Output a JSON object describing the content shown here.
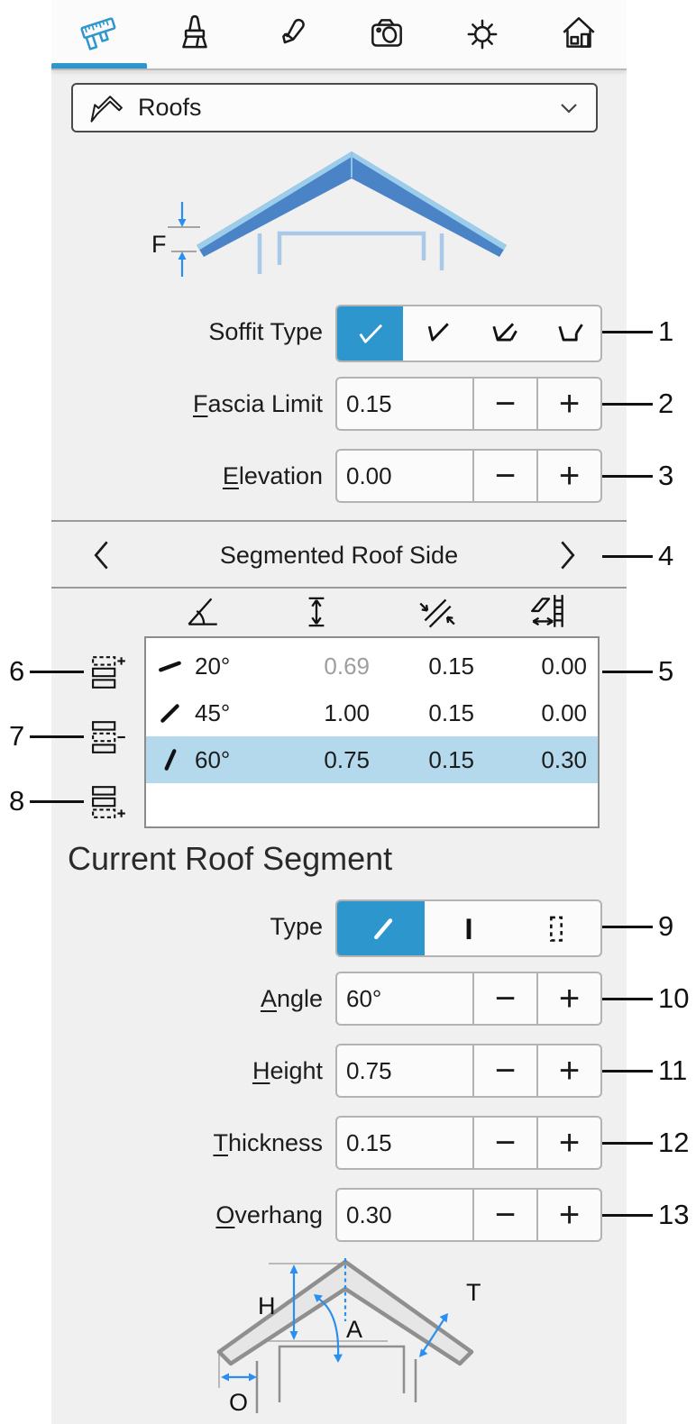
{
  "colors": {
    "accent": "#2d96cd",
    "row_selected": "#b5d9ec",
    "dimension_blue": "#2b8ff0",
    "roof_blue": "#4a84c6"
  },
  "toolbar": {
    "tabs": [
      {
        "icon": "caliper-icon",
        "selected": true
      },
      {
        "icon": "brush-icon",
        "selected": false
      },
      {
        "icon": "pencil-icon",
        "selected": false
      },
      {
        "icon": "camera-icon",
        "selected": false
      },
      {
        "icon": "sun-icon",
        "selected": false
      },
      {
        "icon": "home-icon",
        "selected": false
      }
    ]
  },
  "category_dropdown": {
    "value": "Roofs",
    "icon": "roof-icon"
  },
  "roof_preview": {
    "fascia_label": "F"
  },
  "soffit": {
    "label": "Soffit Type",
    "selected_index": 0,
    "options": [
      "soffit-perpendicular",
      "soffit-vertical",
      "soffit-horizontal-band",
      "soffit-step"
    ]
  },
  "fields": {
    "fascia_limit": {
      "hotkey": "F",
      "label_rest": "ascia Limit",
      "value": "0.15"
    },
    "elevation": {
      "hotkey": "E",
      "label_rest": "levation",
      "value": "0.00"
    },
    "angle": {
      "hotkey": "A",
      "label_rest": "ngle",
      "value": "60°"
    },
    "height": {
      "hotkey": "H",
      "label_rest": "eight",
      "value": "0.75"
    },
    "thickness": {
      "hotkey": "T",
      "label_rest": "hickness",
      "value": "0.15"
    },
    "overhang": {
      "hotkey": "O",
      "label_rest": "verhang",
      "value": "0.30"
    }
  },
  "stepper": {
    "minus": "−",
    "plus": "+"
  },
  "side_nav": {
    "title": "Segmented Roof Side"
  },
  "table": {
    "column_icons": [
      "angle-icon",
      "height-icon",
      "thickness-icon",
      "overhang-icon"
    ],
    "rows": [
      {
        "slope_icon": "slope-20",
        "angle": "20°",
        "height": "0.69",
        "thickness": "0.15",
        "overhang": "0.00",
        "height_muted": true,
        "selected": false
      },
      {
        "slope_icon": "slope-45",
        "angle": "45°",
        "height": "1.00",
        "thickness": "0.15",
        "overhang": "0.00",
        "height_muted": false,
        "selected": false
      },
      {
        "slope_icon": "slope-60",
        "angle": "60°",
        "height": "0.75",
        "thickness": "0.15",
        "overhang": "0.30",
        "height_muted": false,
        "selected": true
      }
    ]
  },
  "row_actions": {
    "add_before": "insert-segment-before-icon",
    "remove": "remove-segment-icon",
    "add_after": "insert-segment-after-icon"
  },
  "section": {
    "heading": "Current Roof Segment"
  },
  "segment_type": {
    "label": "Type",
    "selected_index": 0,
    "options": [
      "slope-segment",
      "vertical-segment",
      "gap-segment"
    ]
  },
  "segment_diagram": {
    "height_label": "H",
    "angle_label": "A",
    "thickness_label": "T",
    "overhang_label": "O"
  },
  "callouts": {
    "c1": "1",
    "c2": "2",
    "c3": "3",
    "c4": "4",
    "c5": "5",
    "c6": "6",
    "c7": "7",
    "c8": "8",
    "c9": "9",
    "c10": "10",
    "c11": "11",
    "c12": "12",
    "c13": "13"
  }
}
